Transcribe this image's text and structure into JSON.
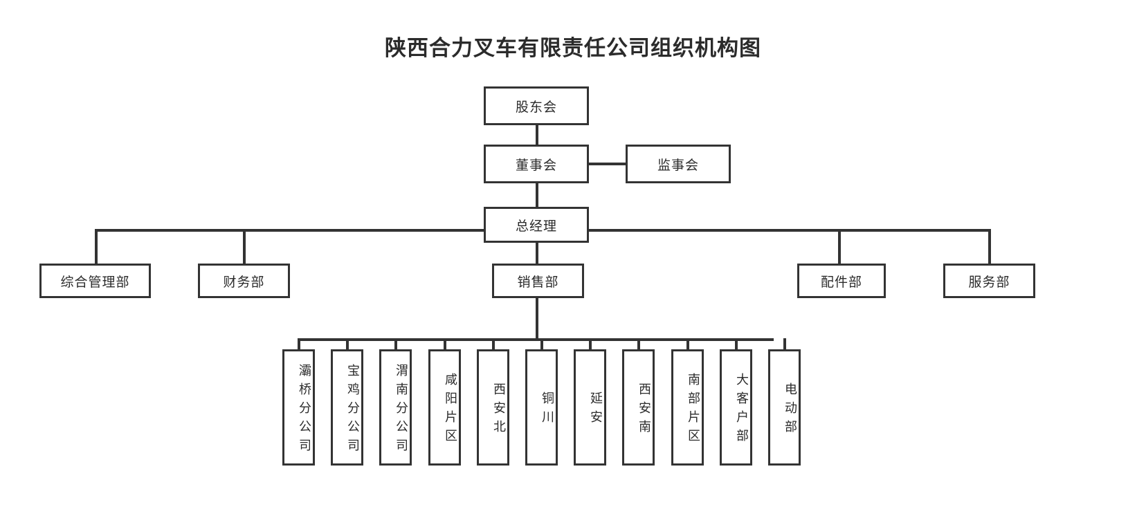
{
  "page": {
    "title": "陕西合力叉车有限责任公司组织机构图",
    "type": "organizational-chart",
    "line_color": "#333333",
    "text_color": "#2b2b2b",
    "background": "#ffffff"
  },
  "nodes": {
    "shareholders": {
      "label": "股东会"
    },
    "board": {
      "label": "董事会"
    },
    "supervisors": {
      "label": "监事会"
    },
    "general_manager": {
      "label": "总经理"
    },
    "dept_admin": {
      "label": "综合管理部"
    },
    "dept_finance": {
      "label": "财务部"
    },
    "dept_sales": {
      "label": "销售部"
    },
    "dept_parts": {
      "label": "配件部"
    },
    "dept_service": {
      "label": "服务部"
    }
  },
  "sales_children": [
    {
      "label": "灞桥分公司"
    },
    {
      "label": "宝鸡分公司"
    },
    {
      "label": "渭南分公司"
    },
    {
      "label": "咸阳片区"
    },
    {
      "label": "西安北"
    },
    {
      "label": "铜川"
    },
    {
      "label": "延安"
    },
    {
      "label": "西安南"
    },
    {
      "label": "南部片区"
    },
    {
      "label": "大客户部"
    },
    {
      "label": "电动部"
    }
  ]
}
